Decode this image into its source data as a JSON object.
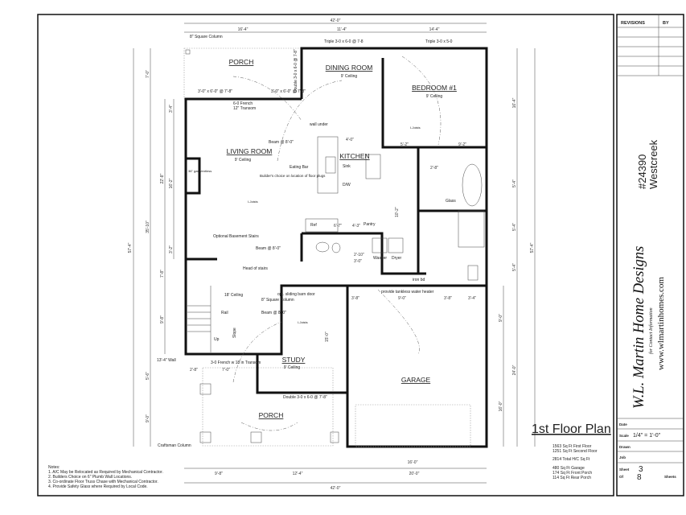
{
  "title_block": {
    "revisions_label": "REVISIONS",
    "by_label": "BY",
    "plan_number": "#24390",
    "plan_name": "Westcreek",
    "company": "W.L. Martin Home Designs",
    "contact_note": "for Contact Information",
    "website": "www.wlmartinhomes.com",
    "date_label": "Date",
    "scale_label": "Scale",
    "scale_value": "1/4\" = 1'-0\"",
    "drawn_label": "Drawn",
    "job_label": "Job",
    "sheet_label": "Sheet",
    "sheet_value": "3",
    "of_label": "Of",
    "of_value": "8",
    "sheets_label": "Sheets"
  },
  "plan_title": "1st Floor Plan",
  "areas": [
    "1563 Sq Ft First Floor",
    "1251 Sq Ft Second Floor",
    "2814 Total H/C Sq Ft",
    "480 Sq Ft Garage",
    "174 Sq Ft Front Porch",
    "114 Sq Ft Rear Porch"
  ],
  "notes": {
    "heading": "Notes:",
    "items": [
      "1.  A/C May be Relocated as Required by Mechanical Contractor.",
      "2.  Builders Choice on 6\" Plumb Wall Locations.",
      "3.  Co-ordinate Floor Truss Chase with Mechanical Contractor.",
      "4.  Provide Safety Glass where Required by Local Code."
    ]
  },
  "rooms": {
    "porch_rear": "PORCH",
    "dining": "DINING ROOM",
    "dining_ceiling": "9' Ceiling",
    "bedroom": "BEDROOM #1",
    "bedroom_ceiling": "9' Ceiling",
    "living": "LIVING ROOM",
    "living_ceiling": "9' Ceiling",
    "kitchen": "KITCHEN",
    "study": "STUDY",
    "study_ceiling": "9' Ceiling",
    "garage": "GARAGE",
    "porch_front": "PORCH"
  },
  "annotations": {
    "square_column_top": "8\" Square Column",
    "window_triple_dining": "Triple 3-0 x 6-0 @ 7-8",
    "window_triple_bed": "Triple 3-0 x 5-0",
    "door_double_porch": "Double 3-0 x 6-0 @ 7-8\"",
    "window_porch_left": "3'-0\" x 6'-0\" @ 7'-8\"",
    "window_porch_right": "3'-0\" x 6'-0\" @ 7'-8\"",
    "french_door": "6-0 French",
    "transom": "12\" Transom",
    "wall_under": "wall under",
    "beam_living": "Beam @ 8'-0\"",
    "eating_bar": "Eating Bar",
    "floor_plugs": "Builder's choice on location of floor plugs",
    "gas_vent": "36\" gas ventless",
    "sink": "Sink",
    "dw": "D/W",
    "pantry": "Pantry",
    "ref": "Ref",
    "washer": "Washer",
    "dryer": "Dryer",
    "glass": "Glass",
    "iron_bd": "iron bd",
    "tankless": "provide tankless water heater",
    "basement_stairs": "Optional Basement Stairs",
    "beam_stairs": "Beam @ 8'-0\"",
    "head_of_stairs": "Head of stairs",
    "ceiling_18": "18' Ceiling",
    "barn_door": "opt. sliding barn door",
    "square_column_mid": "8\" Square Column",
    "rail": "Rail",
    "beam_study": "Beam @ 8'-0\"",
    "up": "Up",
    "slope": "Slope",
    "wall_13": "13'-4\" Wall",
    "french_18": "3-0 French w 18 in Transom",
    "door_double_study": "Double 3-0 x 6-0 @ 7'-8\"",
    "craftsman_column": "Craftsman Column",
    "joists": "I-Joists"
  },
  "dimensions": {
    "top_total": "42'-0\"",
    "top": [
      "16'-4\"",
      "11'-4\"",
      "14'-4\""
    ],
    "bottom": [
      "9'-8\"",
      "12'-4\"",
      "20'-0\""
    ],
    "bottom_total": "42'-0\"",
    "garage_door": "16'-0\"",
    "left_total": "57'-4\"",
    "left_a": [
      "7'-0\"",
      "35'-10\"",
      "5'-6\"",
      "9'-0\""
    ],
    "left_b": [
      "22'-8\"",
      "7'-8\"",
      "9'-8\""
    ],
    "left_c": [
      "3'-4\"",
      "16'-2\"",
      "3'-2\""
    ],
    "right_total": "57'-4\"",
    "right_a": [
      "16'-4\"",
      "5'-4\"",
      "5'-4\"",
      "5'-4\"",
      "24'-0\""
    ],
    "right_b": [
      "9'-0\"",
      "16'-0\""
    ],
    "interior": [
      "5'-2\"",
      "9'-2\"",
      "4'-0\"",
      "6'-7\"",
      "4'-3\"",
      "10'-2\"",
      "2'-10\"",
      "3'-0\"",
      "2'-8\"",
      "3'-8\"",
      "9'-0\"",
      "3'-8\"",
      "3'-4\"",
      "2'-8\"",
      "7'-0\"",
      "15'-0\""
    ]
  }
}
